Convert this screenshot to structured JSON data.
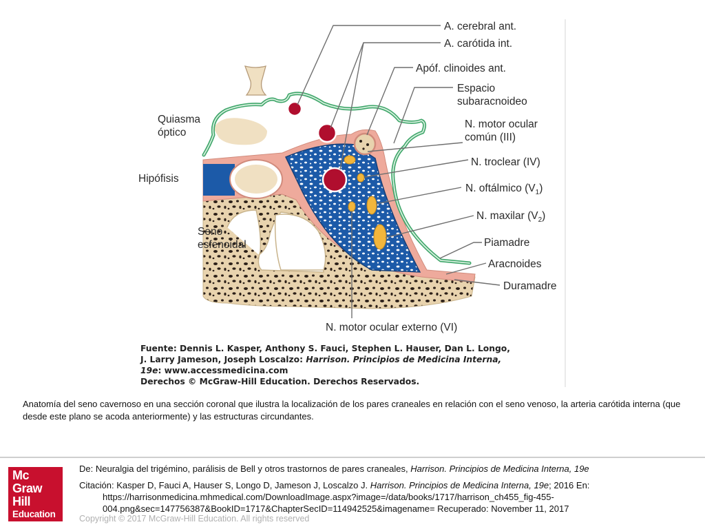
{
  "labels": {
    "cerebral_ant": "A. cerebral ant.",
    "carotida_int": "A. carótida int.",
    "clinoides": "Apóf. clinoides ant.",
    "espacio_1": "Espacio",
    "espacio_2": "subaracnoideo",
    "quiasma_1": "Quiasma",
    "quiasma_2": "óptico",
    "motor_ocular_comun_1": "N. motor ocular",
    "motor_ocular_comun_2": "común (III)",
    "hipofisis": "Hipófisis",
    "troclear": "N. troclear (IV)",
    "oftalmico": "N. oftálmico (V",
    "oftalmico_sub": "1",
    "maxilar": "N. maxilar (V",
    "maxilar_sub": "2",
    "close_paren": ")",
    "seno_1": "Seno",
    "seno_2": "esfenoidal",
    "piamadre": "Piamadre",
    "aracnoides": "Aracnoides",
    "duramadre": "Duramadre",
    "motor_ocular_externo": "N. motor ocular externo (VI)"
  },
  "source_box": {
    "line1": "Fuente: Dennis L. Kasper, Anthony S. Fauci, Stephen L. Hauser, Dan L. Longo,",
    "line2a": "J. Larry Jameson, Joseph Loscalzo: ",
    "line2b": "Harrison. Principios de Medicina Interna,",
    "line3a": "19e",
    "line3b": ": www.accessmedicina.com",
    "line4": "Derechos © McGraw-Hill Education. Derechos Reservados."
  },
  "caption": "Anatomía del seno cavernoso en una sección coronal que ilustra la localización de los pares craneales en relación con el seno venoso, la arteria carótida interna (que desde este plano se acoda anteriormente) y las estructuras circundantes.",
  "footer": {
    "ref_text": "De: Neuralgia del trigémino, parálisis de Bell y otros trastornos de pares craneales, ",
    "ref_book": "Harrison. Principios de Medicina Interna, 19e",
    "cite_text": "Citación: Kasper D, Fauci A, Hauser S, Longo D, Jameson J, Loscalzo J",
    "cite_dot": ". ",
    "cite_book": "Harrison. Principios de Medicina Interna, 19e",
    "cite_tail": "; 2016 En:",
    "cite_url1": "https://harrisonmedicina.mhmedical.com/DownloadImage.aspx?image=/data/books/1717/harrison_ch455_fig-455-",
    "cite_url2": "004.png&sec=147756387&BookID=1717&ChapterSecID=114942525&imagename= Recuperado: November 11, 2017",
    "copyright": "Copyright © 2017 McGraw-Hill Education. All rights reserved"
  },
  "logo": {
    "line1": "Mc",
    "line2": "Graw",
    "line3": "Hill",
    "line4": "Education"
  },
  "colors": {
    "pia_green": "#3fa66a",
    "dura_pink": "#eeaa9c",
    "venous_blue": "#1c5aa8",
    "artery_red": "#b00e2e",
    "nerve_yellow": "#f2b63c",
    "bone_tan": "#e8d3ae",
    "logo_red": "#c8102e"
  }
}
